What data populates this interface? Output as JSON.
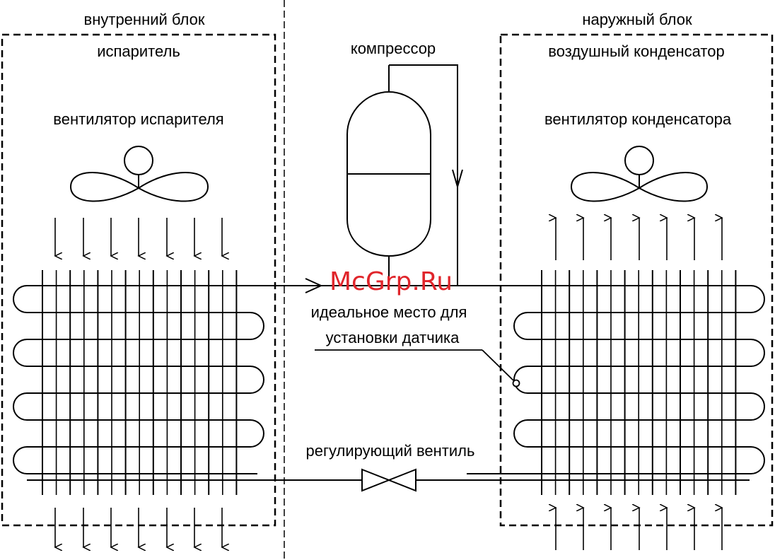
{
  "labels": {
    "indoor_unit": "внутренний блок",
    "outdoor_unit": "наружный блок",
    "evaporator": "испаритель",
    "compressor": "компрессор",
    "air_condenser": "воздушный конденсатор",
    "evaporator_fan": "вентилятор испарителя",
    "condenser_fan": "вентилятор конденсатора",
    "sensor_line1": "идеальное место для",
    "sensor_line2": "установки датчика",
    "control_valve": "регулирующий вентиль"
  },
  "watermark": "McGrp.Ru",
  "colors": {
    "line": "#000000",
    "watermark": "#e0252b"
  }
}
